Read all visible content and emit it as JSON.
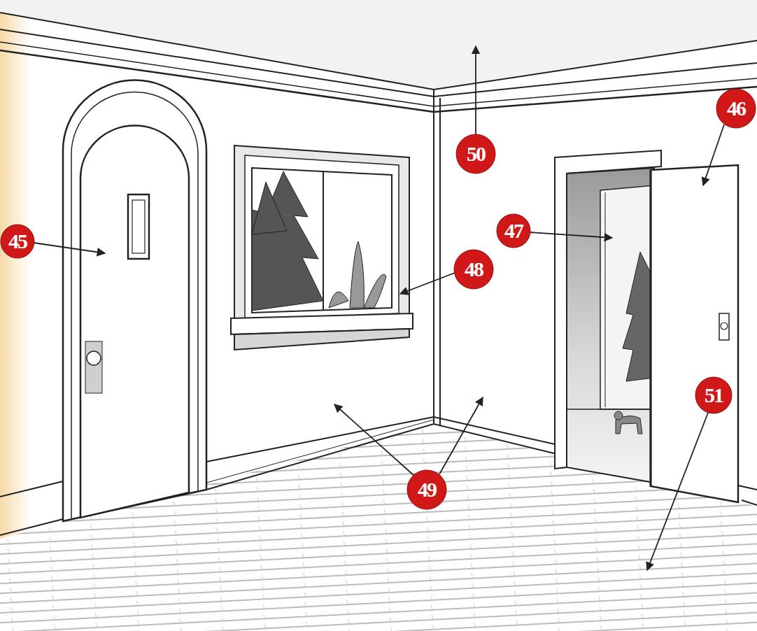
{
  "diagram": {
    "nodes": [
      {
        "text": [
          "46"
        ]
      },
      {
        "text": [
          "50"
        ]
      },
      {
        "text": [
          "47"
        ]
      },
      {
        "text": [
          "45"
        ]
      },
      {
        "text": [
          "48"
        ]
      },
      {
        "text": [
          "51"
        ]
      },
      {
        "text": [
          "49"
        ]
      }
    ]
  }
}
